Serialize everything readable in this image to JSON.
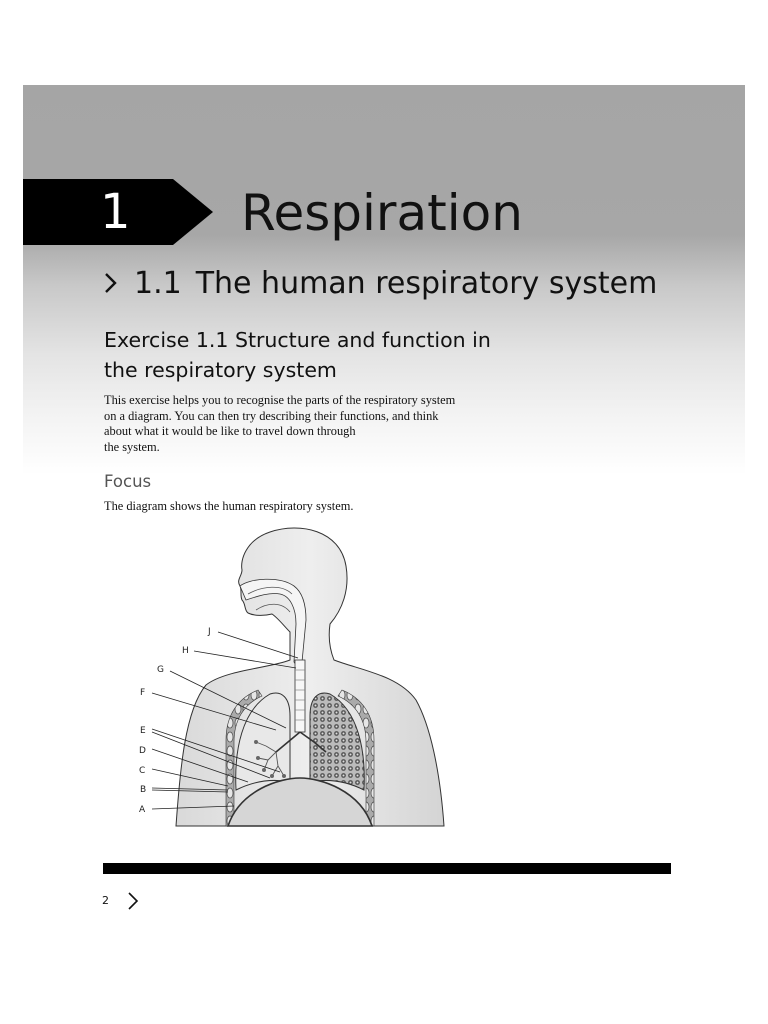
{
  "chapter": {
    "number": "1",
    "title": "Respiration"
  },
  "section": {
    "number": "1.1",
    "title": "The human respiratory system"
  },
  "exercise": {
    "title_line1": "Exercise 1.1 Structure and function in",
    "title_line2": "the respiratory system",
    "intro_lines": [
      "This exercise helps you to recognise the parts of the respiratory system",
      "on a diagram. You can then try describing their functions, and think",
      "about what it would be like to travel down through",
      "the system."
    ]
  },
  "focus": {
    "heading": "Focus",
    "text": "The diagram shows the human respiratory system."
  },
  "diagram": {
    "labels": [
      "J",
      "H",
      "G",
      "F",
      "E",
      "D",
      "C",
      "B",
      "A"
    ]
  },
  "footer": {
    "page_number": "2"
  },
  "colors": {
    "banner_top": "#a5a5a5",
    "tab": "#000000",
    "rule": "#000000",
    "focus_heading": "#555555"
  }
}
